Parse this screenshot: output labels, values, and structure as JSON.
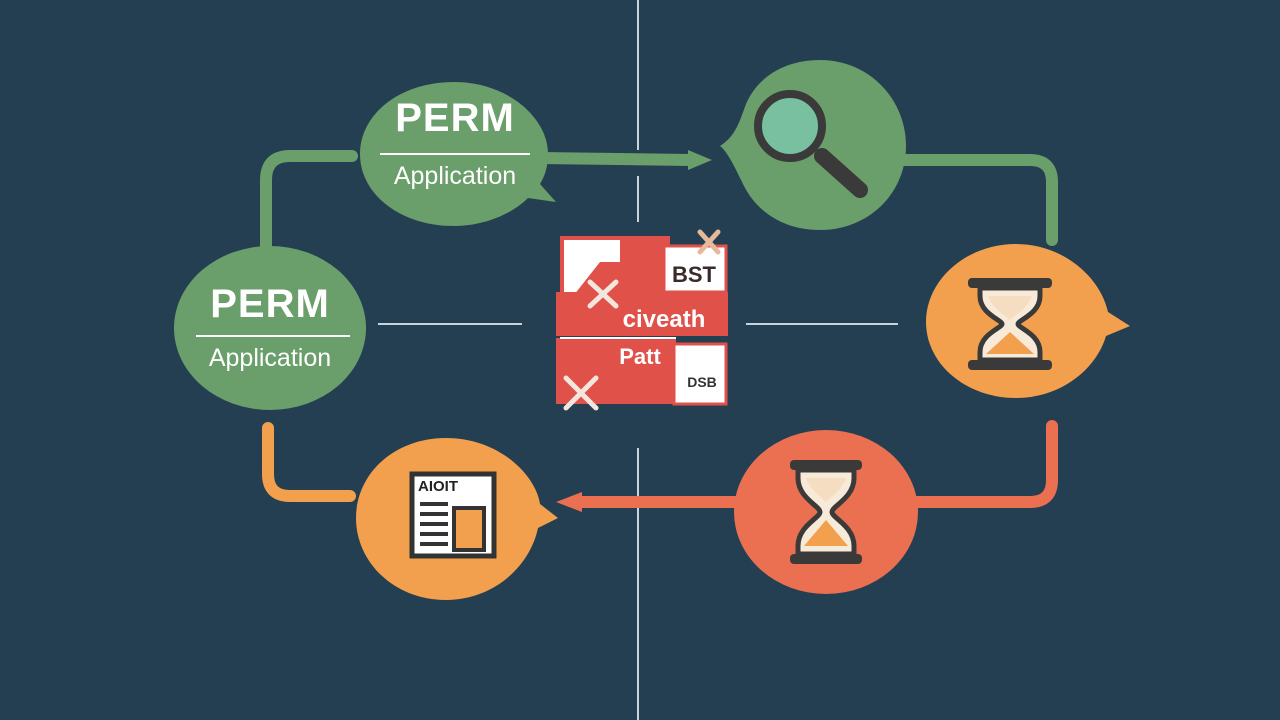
{
  "colors": {
    "background": "#253f52",
    "green": "#6a9e6a",
    "orange": "#f2a04d",
    "coral": "#ea7051",
    "red": "#e0514a",
    "line": "#c9d3da"
  },
  "nodes": {
    "top_left": {
      "title": "PERM",
      "subtitle": "Application"
    },
    "mid_left": {
      "title": "PERM",
      "subtitle": "Application"
    },
    "top_right": {
      "icon": "magnifier-icon"
    },
    "mid_right": {
      "icon": "hourglass-icon"
    },
    "bottom_right": {
      "icon": "hourglass-icon"
    },
    "bottom_left": {
      "icon": "newspaper-icon",
      "label": "AIOIT"
    }
  },
  "center": {
    "line1": "civeath",
    "line2": "Patt",
    "corner_top": "BST",
    "corner_bottom": "DSB"
  }
}
